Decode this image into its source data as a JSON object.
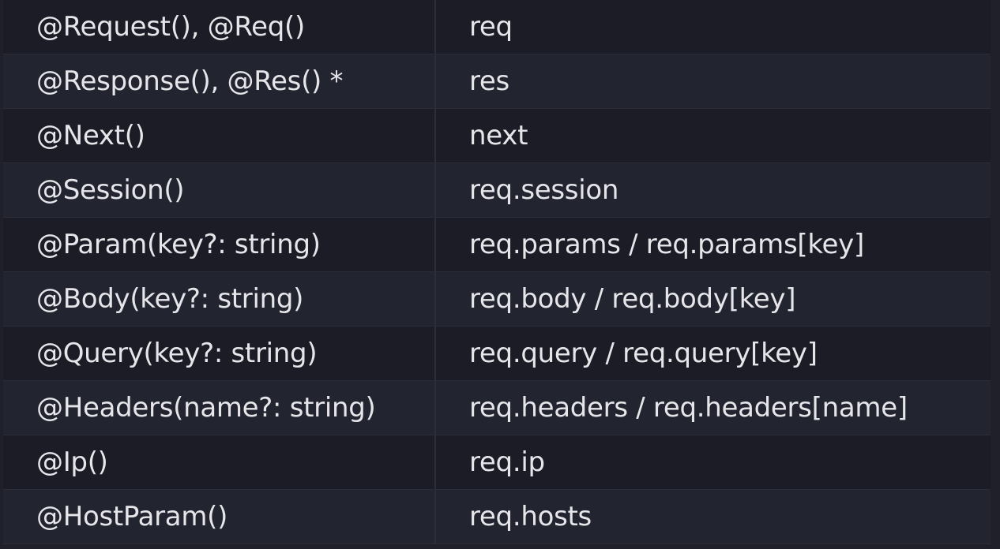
{
  "table": {
    "rows": [
      {
        "decorator": "@Request(), @Req()",
        "object": "req"
      },
      {
        "decorator": "@Response(), @Res() *",
        "object": "res"
      },
      {
        "decorator": "@Next()",
        "object": "next"
      },
      {
        "decorator": "@Session()",
        "object": "req.session"
      },
      {
        "decorator": "@Param(key?: string)",
        "object": "req.params / req.params[key]"
      },
      {
        "decorator": "@Body(key?: string)",
        "object": "req.body / req.body[key]"
      },
      {
        "decorator": "@Query(key?: string)",
        "object": "req.query / req.query[key]"
      },
      {
        "decorator": "@Headers(name?: string)",
        "object": "req.headers / req.headers[name]"
      },
      {
        "decorator": "@Ip()",
        "object": "req.ip"
      },
      {
        "decorator": "@HostParam()",
        "object": "req.hosts"
      }
    ]
  },
  "colors": {
    "background": "#1f2029",
    "row_odd": "#1b1c25",
    "row_even": "#222430",
    "border": "#2b2d38",
    "text": "#e6e6ea"
  }
}
